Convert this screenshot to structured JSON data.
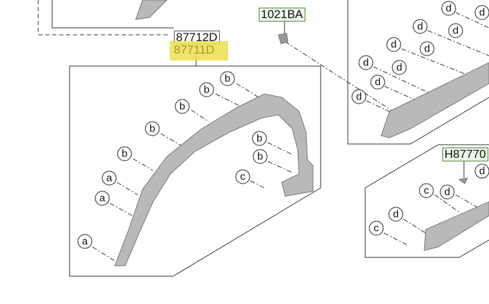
{
  "labels": {
    "part_87712D": "87712D",
    "part_87711D": "87711D",
    "part_1021BA": "1021BA",
    "part_H87770": "H87770"
  },
  "callouts": {
    "a": "a",
    "b": "b",
    "c": "c",
    "d": "d"
  },
  "colors": {
    "highlight": "#efe15a",
    "part_gray": "#b9b9b9",
    "label_border": "#4a8a3a"
  }
}
